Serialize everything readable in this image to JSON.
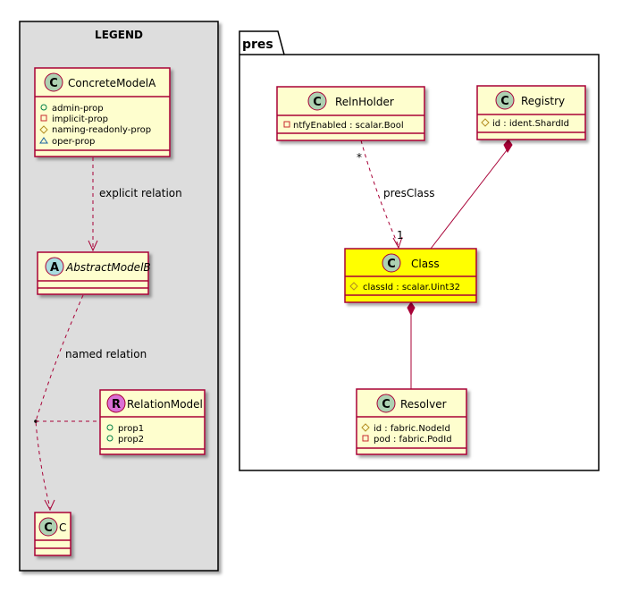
{
  "legend": {
    "title": "LEGEND",
    "concrete_model": {
      "stereotype_glyph": "C",
      "name": "ConcreteModelA",
      "props": [
        {
          "visibility": "public",
          "label": "admin-prop"
        },
        {
          "visibility": "private",
          "label": "implicit-prop"
        },
        {
          "visibility": "protected",
          "label": "naming-readonly-prop"
        },
        {
          "visibility": "package",
          "label": "oper-prop"
        }
      ]
    },
    "abstract_model": {
      "stereotype_glyph": "A",
      "name": "AbstractModelB"
    },
    "relation_model": {
      "stereotype_glyph": "R",
      "name": "RelationModel",
      "props": [
        {
          "visibility": "public",
          "label": "prop1"
        },
        {
          "visibility": "public",
          "label": "prop2"
        }
      ]
    },
    "c_model": {
      "stereotype_glyph": "C",
      "name": "C"
    },
    "explicit_relation_label": "explicit relation",
    "named_relation_label": "named relation"
  },
  "package": {
    "name": "pres",
    "reln_holder": {
      "stereotype_glyph": "C",
      "name": "RelnHolder",
      "attrs": [
        {
          "visibility": "private",
          "label": "ntfyEnabled : scalar.Bool"
        }
      ]
    },
    "registry": {
      "stereotype_glyph": "C",
      "name": "Registry",
      "attrs": [
        {
          "visibility": "protected",
          "label": "id : ident.ShardId"
        }
      ]
    },
    "class_node": {
      "stereotype_glyph": "C",
      "name": "Class",
      "attrs": [
        {
          "visibility": "protected",
          "label": "classId : scalar.Uint32"
        }
      ]
    },
    "resolver": {
      "stereotype_glyph": "C",
      "name": "Resolver",
      "attrs": [
        {
          "visibility": "protected",
          "label": "id : fabric.NodeId"
        },
        {
          "visibility": "private",
          "label": "pod : fabric.PodId"
        }
      ]
    },
    "pres_class_label": "presClass",
    "multiplicity_source": "*",
    "multiplicity_target": "1"
  },
  "colors": {
    "class_fill": "#FEFECE",
    "class_border": "#A80036",
    "highlight_fill": "#FFFF00",
    "legend_bg": "#DDDDDD",
    "circle_c": "#ADD1B2",
    "circle_a": "#A9DCDF",
    "circle_r": "#DA70D6"
  }
}
